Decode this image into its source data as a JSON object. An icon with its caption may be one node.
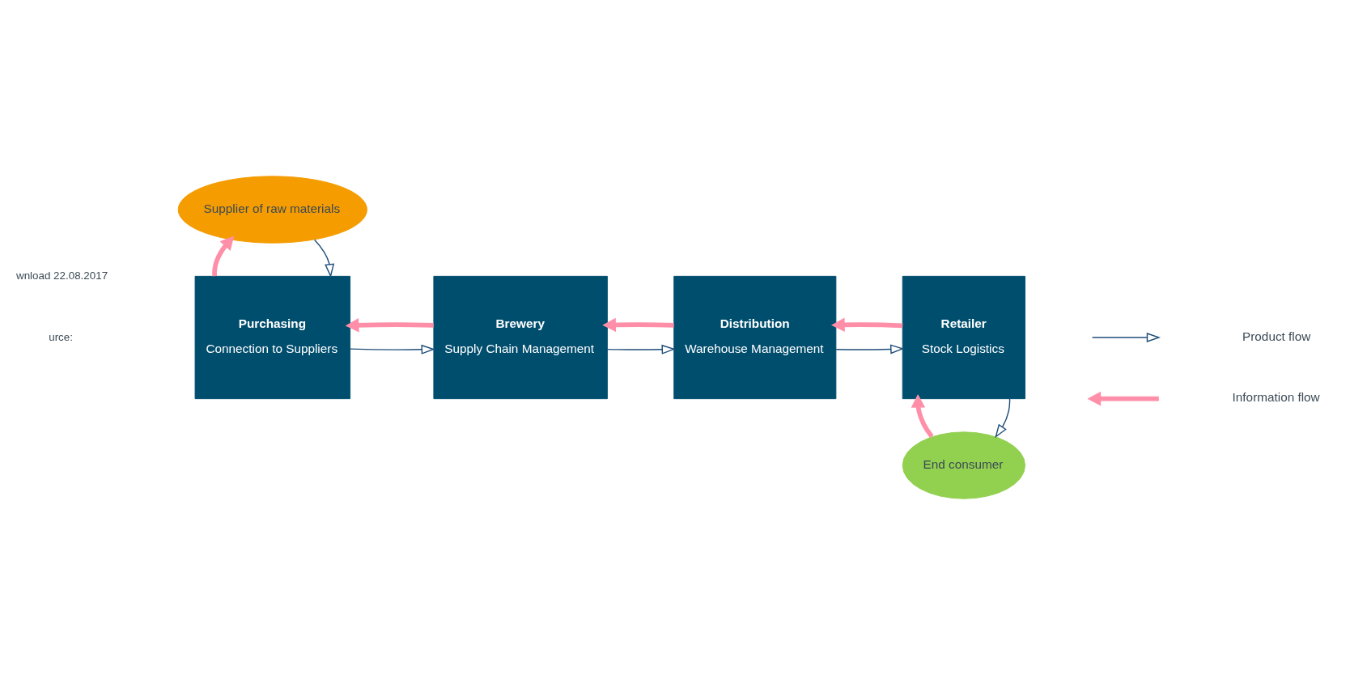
{
  "diagram": {
    "nodes": [
      {
        "text": [
          "Supplier of raw materials"
        ]
      },
      {
        "text": [
          "Purchasing",
          "Connection to Suppliers"
        ]
      },
      {
        "text": [
          "Brewery",
          "Supply Chain Management"
        ]
      },
      {
        "text": [
          "Distribution",
          "Warehouse Management"
        ]
      },
      {
        "text": [
          "Retailer",
          "Stock Logistics"
        ]
      },
      {
        "text": [
          "End consumer"
        ]
      }
    ],
    "edges": [
      {
        "from": 0,
        "to": 1,
        "arrow": "to"
      },
      {
        "from": 1,
        "to": 0,
        "arrow": "to",
        "style": "thick",
        "color": "#ff8fa8"
      },
      {
        "from": 2,
        "to": 1,
        "arrow": "to",
        "style": "thick",
        "color": "#ff8fa8"
      },
      {
        "from": 1,
        "to": 2,
        "arrow": "to"
      },
      {
        "from": 3,
        "to": 2,
        "arrow": "to",
        "style": "thick",
        "color": "#ff8fa8"
      },
      {
        "from": 2,
        "to": 3,
        "arrow": "to"
      },
      {
        "from": 4,
        "to": 3,
        "arrow": "to",
        "style": "thick",
        "color": "#ff8fa8"
      },
      {
        "from": 3,
        "to": 4,
        "arrow": "to"
      },
      {
        "from": 4,
        "to": 5,
        "arrow": "to"
      },
      {
        "from": 5,
        "to": 4,
        "arrow": "to",
        "style": "thick",
        "color": "#ff8fa8"
      }
    ],
    "labels": [
      "urce:",
      "wnload 22.08.2017"
    ],
    "legend": [
      {
        "text": "Product flow"
      },
      {
        "text": "Information flow"
      }
    ]
  }
}
